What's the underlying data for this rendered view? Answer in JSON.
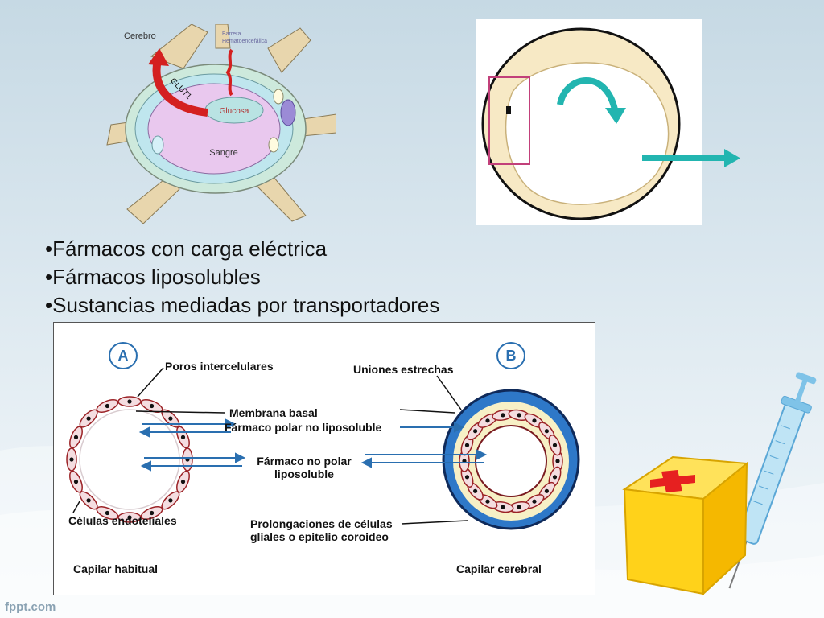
{
  "bbb_diagram": {
    "label_brain": "Cerebro",
    "label_barrier_line1": "Barrera",
    "label_barrier_line2": "Hematoencefálica",
    "label_glut": "GLUT1",
    "label_glucose": "Glucosa",
    "label_blood": "Sangre"
  },
  "bullets": [
    "•Fármacos con carga eléctrica",
    "•Fármacos liposolubles",
    "•Sustancias mediadas por transportadores"
  ],
  "comparison": {
    "letter_a": "A",
    "letter_b": "B",
    "pores": "Poros intercelulares",
    "basement": "Membrana basal",
    "polar_drug": "Fármaco polar no liposoluble",
    "nonpolar_line1": "Fármaco no polar",
    "nonpolar_line2": "liposoluble",
    "endothelial": "Células endoteliales",
    "tight_junctions": "Uniones estrechas",
    "glial_line1": "Prolongaciones de células",
    "glial_line2": "gliales o epitelio coroideo",
    "caption_a": "Capilar habitual",
    "caption_b": "Capilar cerebral"
  },
  "icons": {
    "curved_arrow": "curved-arrow-icon",
    "right_arrow": "arrow-right-icon",
    "syringe": "syringe-icon",
    "first_aid_box": "first-aid-box-icon"
  },
  "colors": {
    "accent_teal": "#22b5b0",
    "arrow_blue": "#2a6fb0",
    "cell_red": "#9b2226",
    "glial_blue": "#2e78c8"
  },
  "watermark": "fppt.com"
}
